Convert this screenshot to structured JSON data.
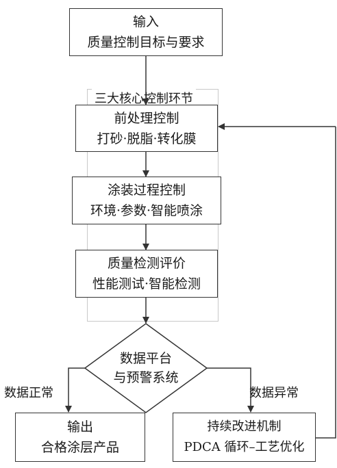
{
  "input": {
    "line1": "输入",
    "line2": "质量控制目标与要求"
  },
  "group": {
    "title": "三大核心控制环节"
  },
  "pretreatment": {
    "line1": "前处理控制",
    "line2": "打砂·脱脂·转化膜"
  },
  "coating": {
    "line1": "涂装过程控制",
    "line2": "环境·参数·智能喷涂"
  },
  "inspection": {
    "line1": "质量检测评价",
    "line2": "性能测试·智能检测"
  },
  "decision": {
    "line1": "数据平台",
    "line2": "与预警系统"
  },
  "branch_normal": {
    "label": "数据正常"
  },
  "branch_abnormal": {
    "label": "数据异常"
  },
  "output": {
    "line1": "输出",
    "line2": "合格涂层产品"
  },
  "improvement": {
    "line1": "持续改进机制",
    "line2": "PDCA 循环–工艺优化"
  }
}
